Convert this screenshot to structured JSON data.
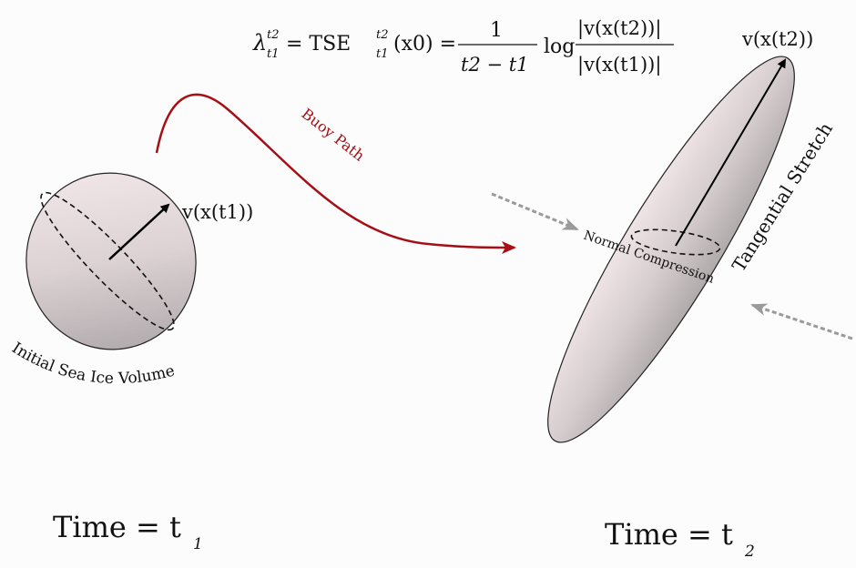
{
  "formula": {
    "lambda": "λ",
    "lambda_sup": "t2",
    "lambda_sub": "t1",
    "eq1": "= TSE",
    "tse_sup": "t2",
    "tse_sub": "t1",
    "arg": "(x0) =",
    "frac_num": "1",
    "frac_den": "t2 − t1",
    "log": "log",
    "ratio_num": "|v(x(t2))|",
    "ratio_den": "|v(x(t1))|"
  },
  "labels": {
    "vector_t1": "v(x(t1))",
    "vector_t2": "v(x(t2))",
    "buoy_path": "Buoy Path",
    "normal_compression": "Normal Compression",
    "tangential_stretch": "Tangential Stretch",
    "initial_volume": "Initial Sea Ice Volume",
    "time_t1": "Time = t",
    "time_t1_sub": "1",
    "time_t2": "Time = t",
    "time_t2_sub": "2"
  },
  "colors": {
    "path": "#a50f15",
    "compression_arrow": "#9a9a9a",
    "volume_top": "#efe4e6",
    "volume_bottom": "#b3acae"
  }
}
